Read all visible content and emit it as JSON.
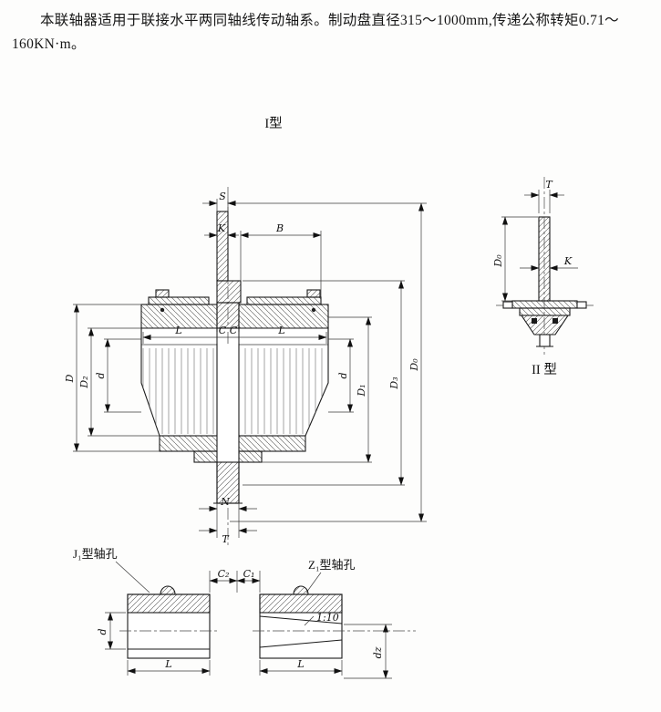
{
  "intro": {
    "text": "本联轴器适用于联接水平两同轴线传动轴系。制动盘直径315～1000mm,传递公称转矩0.71～160KN·m。"
  },
  "captions": {
    "type1": "I型",
    "type2": "II 型",
    "j1": "J₁型轴孔",
    "z1": "Z₁型轴孔"
  },
  "dims": {
    "main": {
      "s": "S",
      "k": "K",
      "b": "B",
      "l": "L",
      "c": "C",
      "d": "d",
      "D": "D",
      "D1": "D₁",
      "D2": "D₂",
      "D3": "D₃",
      "D0": "D₀",
      "n": "N",
      "t": "T",
      "c1": "C₁",
      "c2": "C₂"
    },
    "type2": {
      "t": "T",
      "k": "K",
      "D0": "D₀"
    },
    "bottom": {
      "d": "d",
      "l": "L",
      "dz": "dz",
      "taper": "1:10"
    }
  }
}
